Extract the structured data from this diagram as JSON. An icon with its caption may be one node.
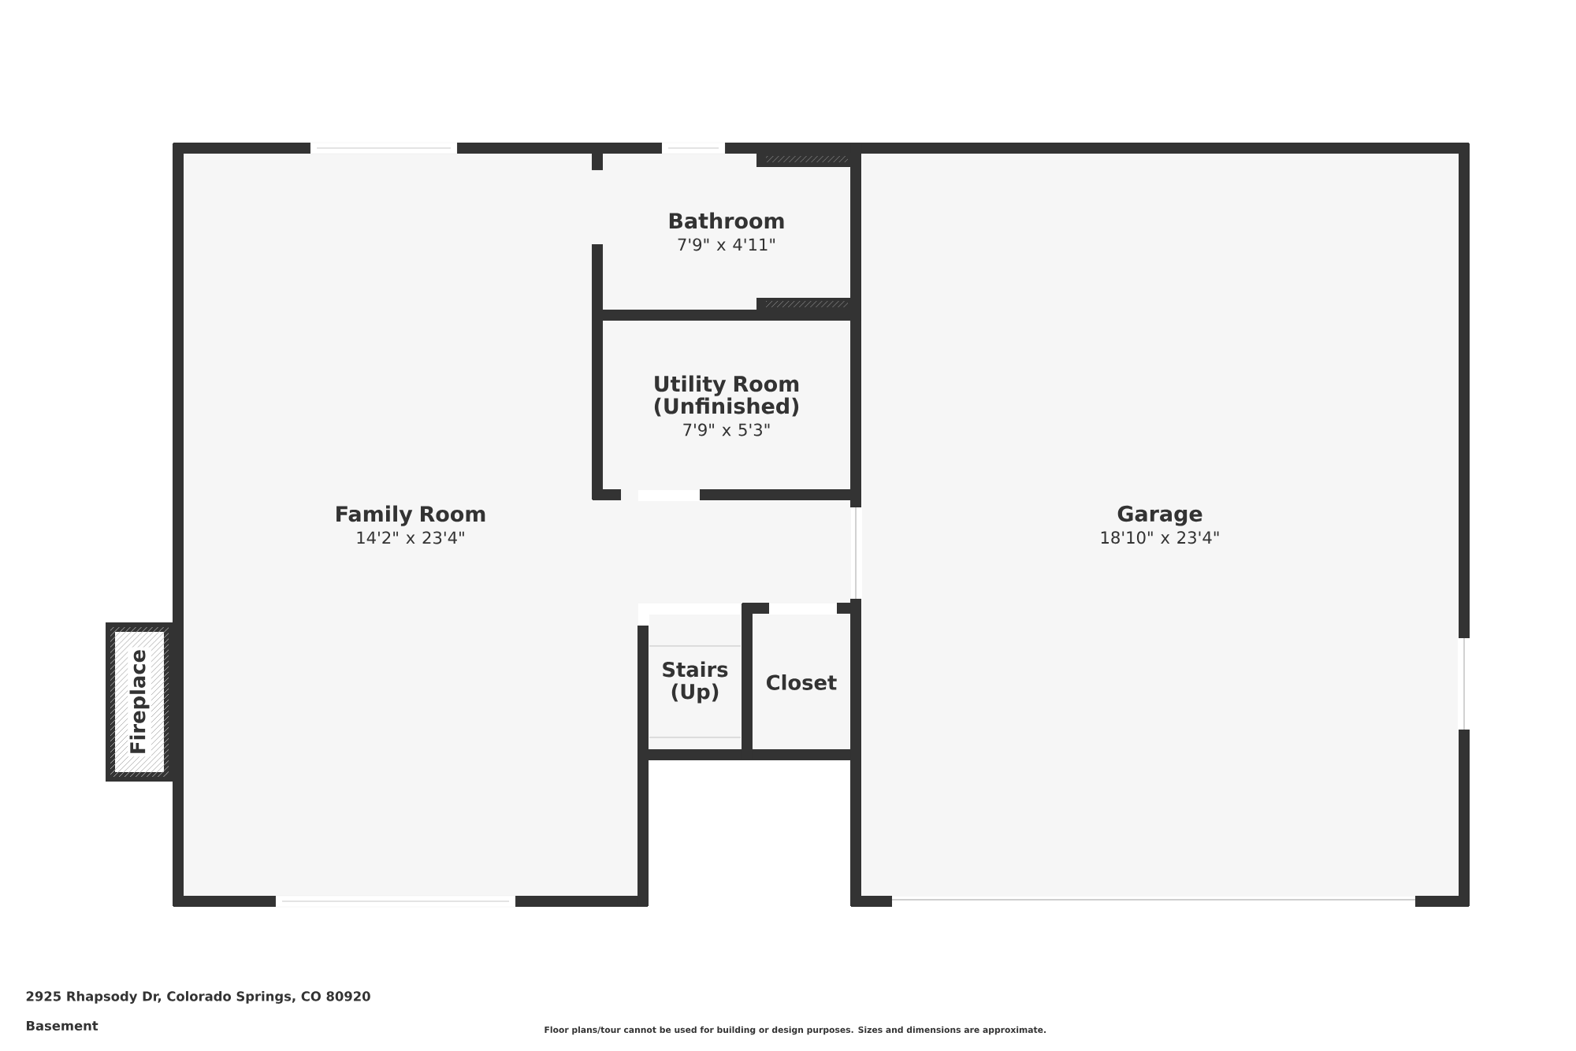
{
  "diagram": {
    "nodes": [
      {
        "text": [
          "Family Room",
          "14'2\" x 23'4\""
        ]
      },
      {
        "text": [
          "Bathroom",
          "7'9\" x 4'11\""
        ]
      },
      {
        "text": [
          "Utility Room (Unfinished)",
          "7'9\" x 5'3\""
        ]
      },
      {
        "text": [
          "Garage",
          "18'10\" x 23'4\""
        ]
      },
      {
        "text": [
          "Fireplace"
        ]
      },
      {
        "text": [
          "Stairs (Up)"
        ]
      },
      {
        "text": [
          "Closet"
        ]
      }
    ],
    "labels": [
      "2925 Rhapsody Dr, Colorado Springs, CO 80920",
      "Basement",
      "Floor plans/tour cannot be used for building or design purposes. Sizes and dimensions are approximate."
    ]
  }
}
